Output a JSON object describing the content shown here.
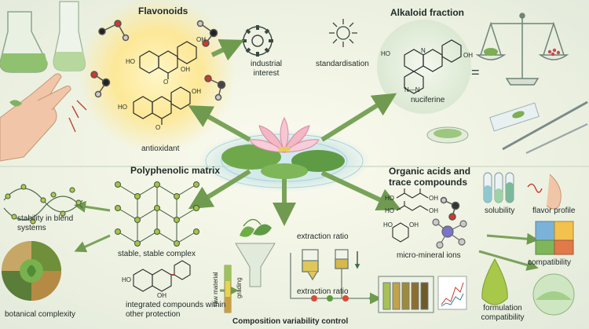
{
  "sections": {
    "flavonoids": {
      "title": "Flavonoids",
      "caption": "antioxidant"
    },
    "alkaloid": {
      "title": "Alkaloid fraction",
      "compound": "nuciferine"
    },
    "polyphenolic": {
      "title": "Polyphenolic matrix",
      "stability": "stability in blend systems",
      "complex": "stable, stable complex",
      "integrated": "integrated compounds within other protection",
      "botanical": "botanical complexity"
    },
    "organic": {
      "title": "Organic acids and trace compounds",
      "solubility": "solubility",
      "flavor": "flavor profile",
      "minerals": "micro-mineral ions",
      "compatibility": "compatibility",
      "formulation": "formulation compatibility"
    },
    "process": {
      "extraction_top": "extraction ratio",
      "extraction_bottom": "extraction ratio",
      "raw_material": "raw material",
      "grading": "grading",
      "variability": "Composition variability control"
    },
    "center": {
      "industrial": "industrial interest",
      "standardisation": "standardisation"
    }
  },
  "molecule_atoms": {
    "oh": "OH",
    "ho": "HO",
    "o": "O",
    "n": "N",
    "nn": "N—N"
  },
  "colors": {
    "lotus_pink": "#f3b7c6",
    "leaf_green": "#5f9b45",
    "arrow_green": "#7aa35a",
    "glow_yellow": "#ffe27a",
    "water_blue": "#bfe0e6"
  }
}
